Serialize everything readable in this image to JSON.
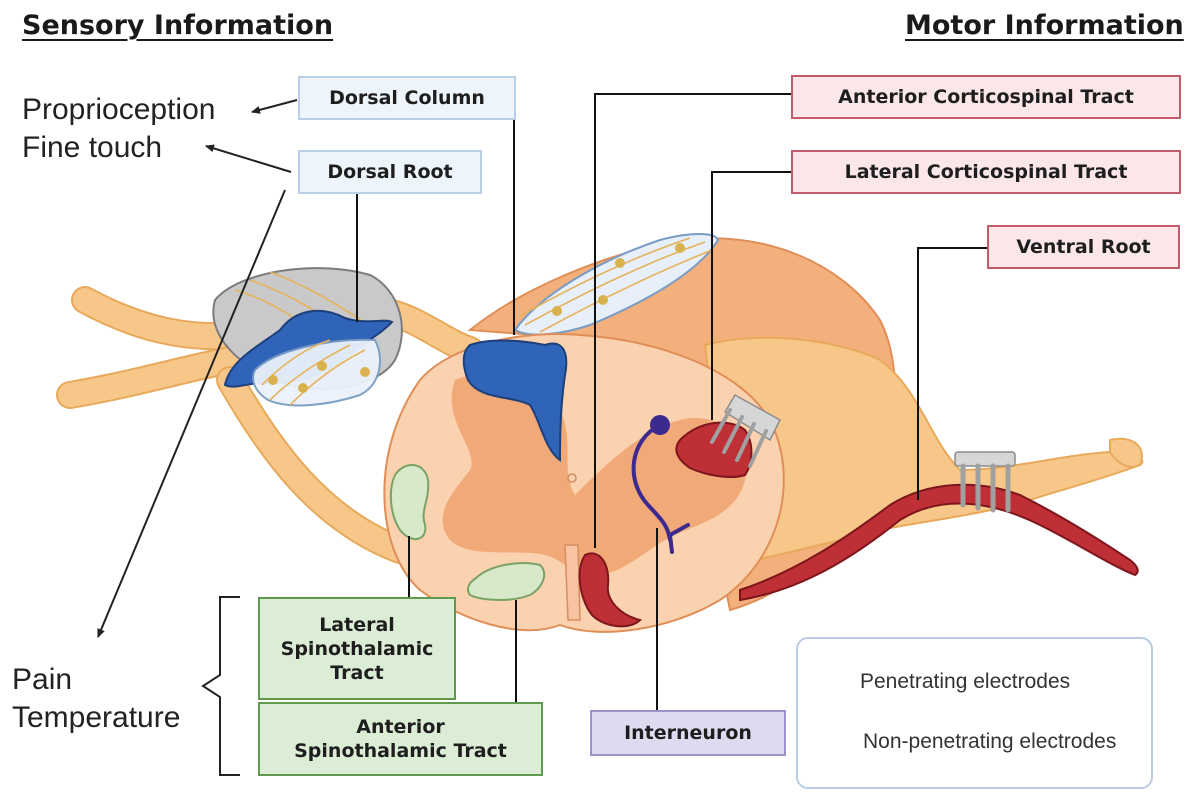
{
  "headings": {
    "sensory": "Sensory Information",
    "motor": "Motor Information"
  },
  "sensory_labels": {
    "proprioception": "Proprioception",
    "fine_touch": "Fine touch",
    "pain": "Pain",
    "temperature": "Temperature"
  },
  "structures": {
    "dorsal_column": "Dorsal Column",
    "dorsal_root": "Dorsal Root",
    "anterior_corticospinal": "Anterior Corticospinal Tract",
    "lateral_corticospinal": "Lateral Corticospinal Tract",
    "ventral_root": "Ventral Root",
    "lateral_spinothalamic": "Lateral Spinothalamic Tract",
    "anterior_spinothalamic": "Anterior Spinothalamic Tract",
    "interneuron": "Interneuron"
  },
  "legend": {
    "penetrating": "Penetrating electrodes",
    "non_penetrating": "Non-penetrating electrodes"
  },
  "colors": {
    "nerve": "#f7c27a",
    "cord_outer": "#f6b684",
    "cord_cross_section": "#fbd3b2",
    "grey_matter": "#f1a878",
    "sensory_tract": "#3467b8",
    "motor_tract": "#bf2f36",
    "spinothalamic_tract": "#d8e9c9",
    "interneuron": "#3c2a8e",
    "electrode": "#b5b5b5"
  }
}
